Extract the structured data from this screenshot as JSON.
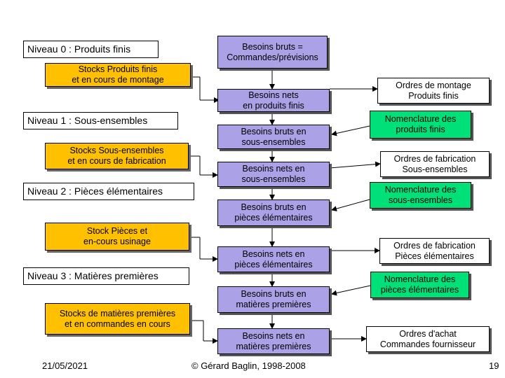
{
  "levels": {
    "n0": "Niveau 0 : Produits finis",
    "n1": "Niveau 1 : Sous-ensembles",
    "n2": "Niveau 2 : Pièces élémentaires",
    "n3": "Niveau 3 : Matières premières"
  },
  "stocks": {
    "s0": "Stocks Produits finis\net en cours de montage",
    "s1": "Stocks Sous-ensembles\net en cours de fabrication",
    "s2": "Stock Pièces et\nen-cours usinage",
    "s3": "Stocks de matières premières\net en commandes en cours"
  },
  "besoins": {
    "b1": "Besoins bruts =\nCommandes/prévisions",
    "b2": "Besoins nets\nen produits finis",
    "b3": "Besoins bruts en\nsous-ensembles",
    "b4": "Besoins nets en\nsous-ensembles",
    "b5": "Besoins bruts en\npièces élémentaires",
    "b6": "Besoins nets en\npièces élémentaires",
    "b7": "Besoins bruts en\nmatières premières",
    "b8": "Besoins nets en\nmatières premières"
  },
  "ordres": {
    "o1": "Ordres de montage\nProduits finis",
    "o2": "Ordres de fabrication\nSous-ensembles",
    "o3": "Ordres de fabrication\nPièces élémentaires",
    "o4": "Ordres d'achat\nCommandes fournisseur"
  },
  "nomenclatures": {
    "n1": "Nomenclature des\nproduits finis",
    "n2": "Nomenclature des\nsous-ensembles",
    "n3": "Nomenclature des\npièces élémentaires"
  },
  "footer": {
    "date": "21/05/2021",
    "copyright": "© Gérard Baglin, 1998-2008",
    "page": "19"
  },
  "colors": {
    "stock": "#ffc000",
    "besoins": "#aaa1e6",
    "nomenclature": "#00e079"
  }
}
